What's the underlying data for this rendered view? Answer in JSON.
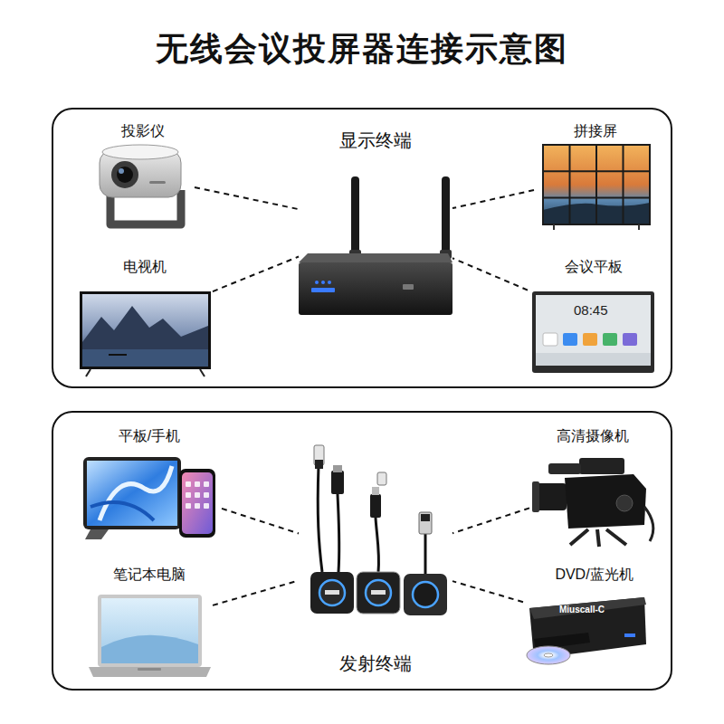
{
  "diagram": {
    "title": "无线会议投屏器连接示意图",
    "nodes": [
      {
        "text": [
          "投影仪"
        ]
      },
      {
        "text": [
          "显示终端"
        ]
      },
      {
        "text": [
          "拼接屏"
        ]
      },
      {
        "text": [
          "电视机"
        ]
      },
      {
        "text": [
          "会议平板"
        ]
      },
      {
        "text": [
          "平板/手机"
        ]
      },
      {
        "text": [
          "高清摄像机"
        ]
      },
      {
        "text": [
          "笔记本电脑"
        ]
      },
      {
        "text": [
          "DVD/蓝光机"
        ]
      },
      {
        "text": [
          "发射终端"
        ]
      }
    ],
    "edges": [
      {
        "from": 0,
        "to": 1,
        "arrow": "none"
      },
      {
        "from": 3,
        "to": 1,
        "arrow": "none"
      },
      {
        "from": 2,
        "to": 1,
        "arrow": "none"
      },
      {
        "from": 4,
        "to": 1,
        "arrow": "none"
      },
      {
        "from": 5,
        "to": 9,
        "arrow": "none"
      },
      {
        "from": 7,
        "to": 9,
        "arrow": "none"
      },
      {
        "from": 6,
        "to": 9,
        "arrow": "none"
      },
      {
        "from": 8,
        "to": 9,
        "arrow": "none"
      }
    ],
    "labels": [
      "08:45",
      "Miuscall-C"
    ]
  }
}
